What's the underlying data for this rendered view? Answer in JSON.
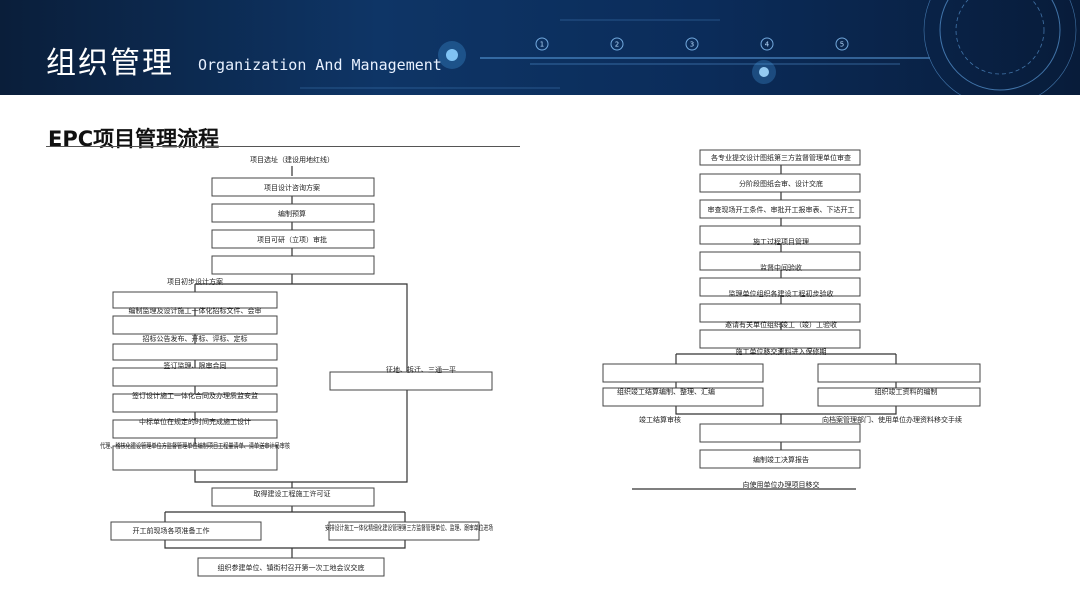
{
  "header": {
    "title": "组织管理",
    "subtitle": "Organization And Management",
    "step_markers": [
      "1",
      "2",
      "3",
      "4",
      "5"
    ]
  },
  "section_title": "EPC项目管理流程",
  "colors": {
    "banner": "#0e3566",
    "accent": "#4fb3ff",
    "box_stroke": "#444444"
  },
  "left_flow": {
    "top_note": "项目选址（建设用地红线）",
    "nodes": [
      "项目设计咨询方案",
      "编制预算",
      "项目可研（立项）审批",
      "",
      "项目初步设计方案",
      "编制监理及设计施工一体化招标文件、会审",
      "招标公告发布、开标、评标、定标",
      "签订监理、限审合同",
      "签订设计施工一体化合同及办理质监安监",
      "中标单位在规定的时间完成施工设计",
      "代理、稽核化建设管理单位方监督管理单位编制项目工程量清单、清单送审计局审核",
      "征地、拆迁、三通一平",
      "取得建设工程施工许可证",
      "开工前现场各项准备工作",
      "安排设计施工一体化精细化建设管理第三方监督管理单位、监理、跟审单位进场",
      "组织参建单位、镇街村召开第一次工地会议交底"
    ]
  },
  "right_flow": {
    "nodes": [
      "各专业提交设计图纸第三方监督管理单位审查",
      "分阶段图纸会审、设计交底",
      "审查现场开工条件、审批开工报审表、下达开工",
      "施工过程项目管理",
      "监督中间验收",
      "监理单位组织各建设工程初步验收",
      "邀请有关单位组织竣工（竣）工验收",
      "施工单位移交资料进入保修期",
      "",
      "",
      "组织竣工结算编制、整理、汇编",
      "组织竣工资料的编制",
      "竣工结算审核",
      "向档案管理部门、使用单位办理资料移交手续",
      "",
      "编制竣工决算报告",
      "向使用单位办理项目移交"
    ]
  }
}
